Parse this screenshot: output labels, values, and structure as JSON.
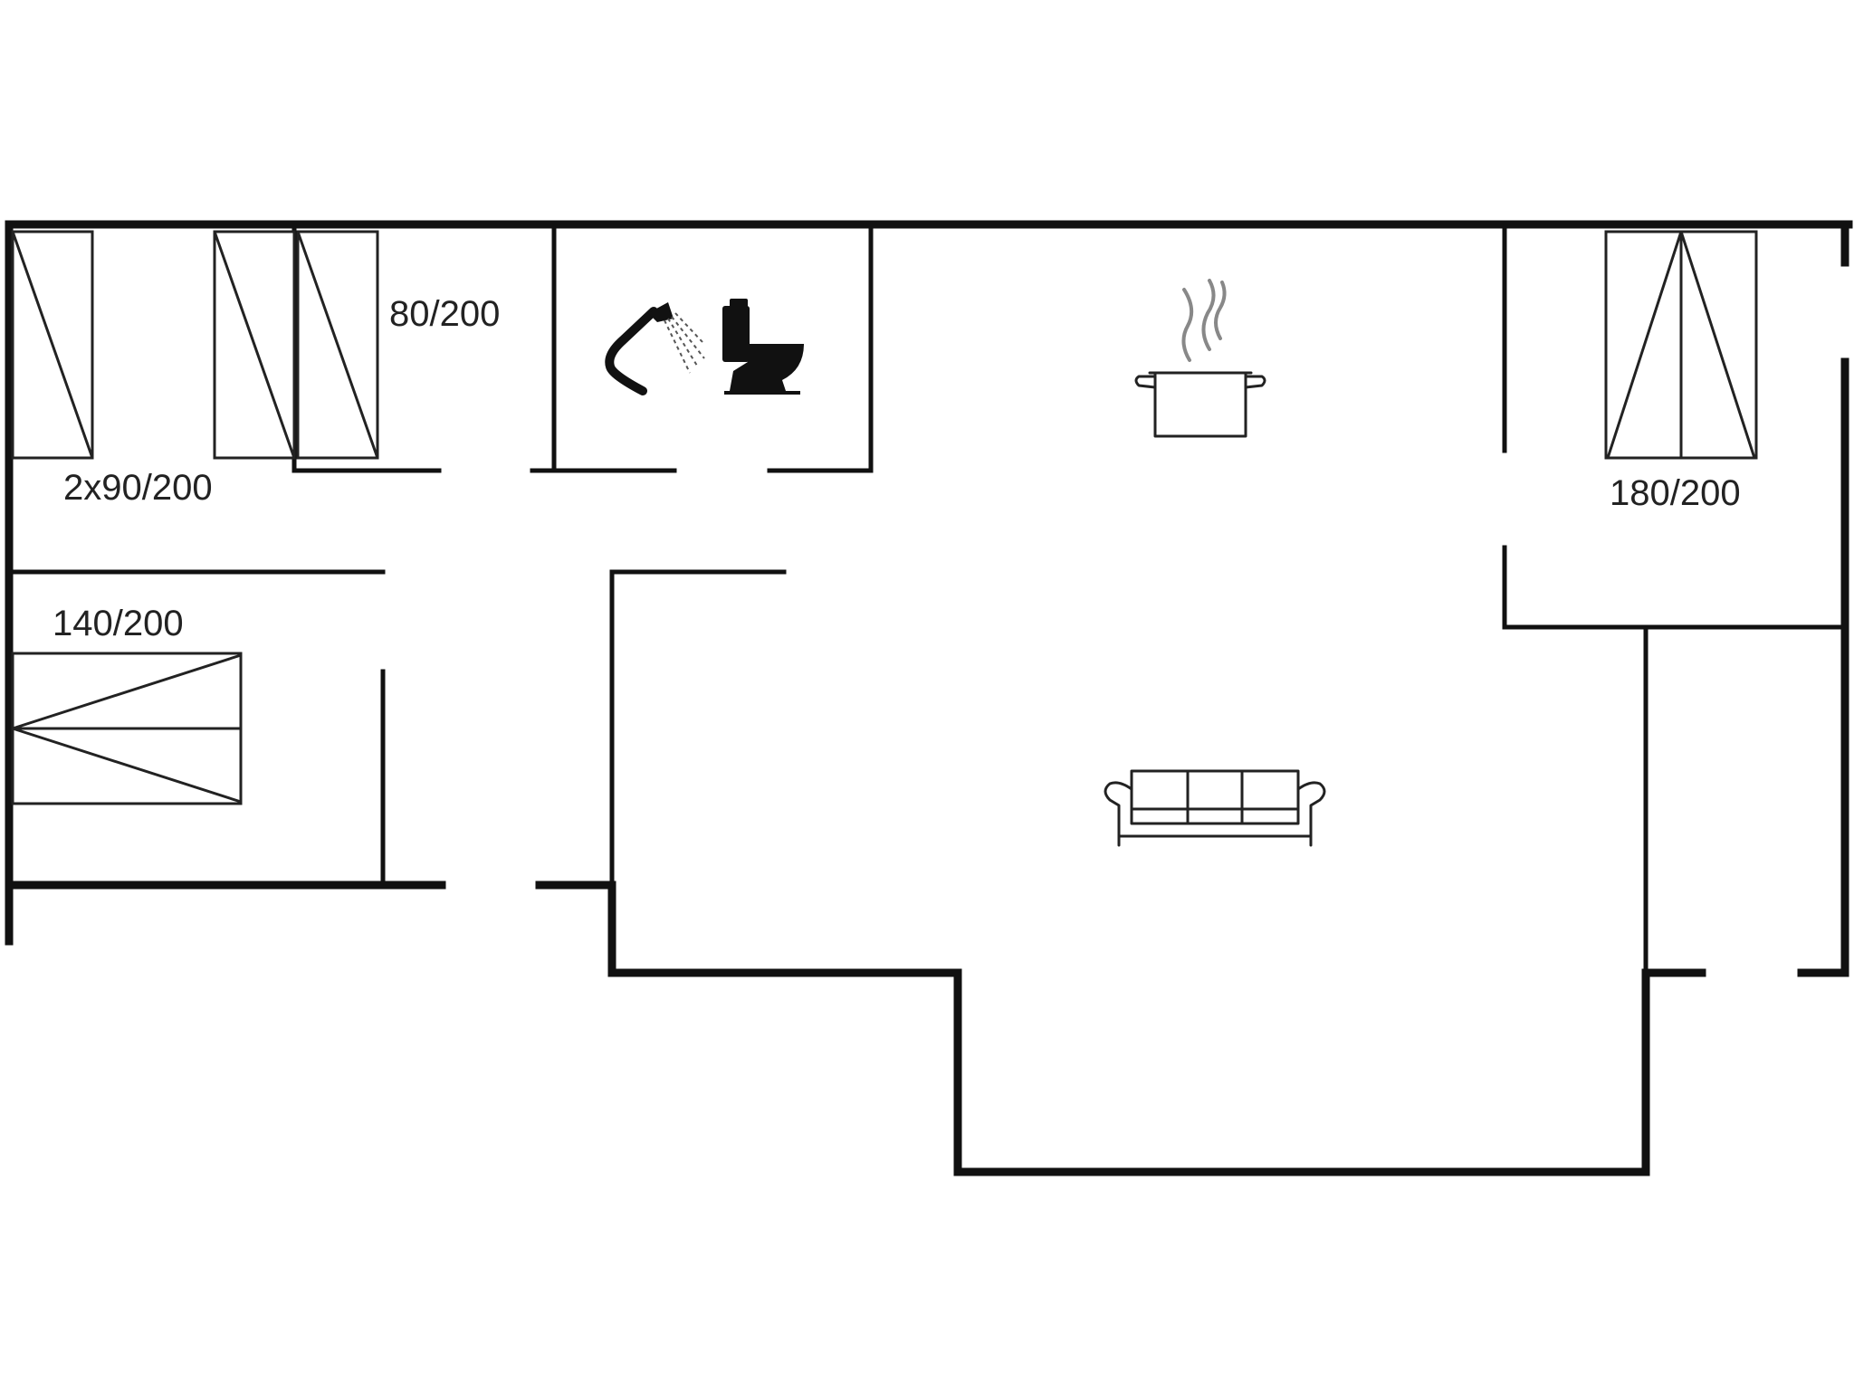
{
  "bed_labels": {
    "single_pair": "2x90/200",
    "single_small": "80/200",
    "double_medium": "140/200",
    "double_large": "180/200"
  },
  "icons": {
    "bathroom": [
      "shower-icon",
      "toilet-icon"
    ],
    "kitchen": "cooking-pot-icon",
    "living": "sofa-icon"
  }
}
